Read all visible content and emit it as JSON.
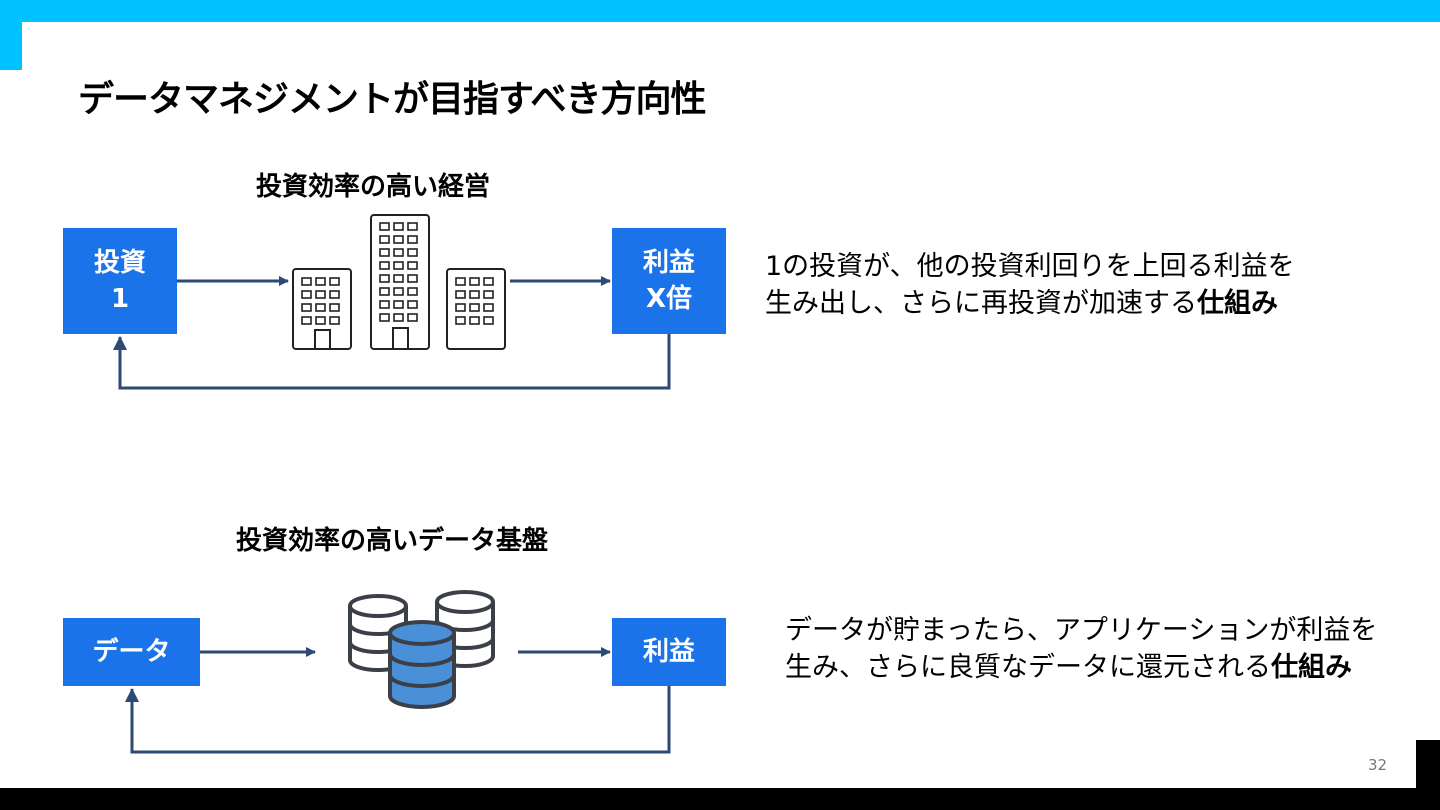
{
  "slide": {
    "title": "データマネジメントが目指すべき方向性",
    "page_number": "32"
  },
  "top_section": {
    "heading": "投資効率の高い経営",
    "left_box": {
      "line1": "投資",
      "line2": "1"
    },
    "right_box": {
      "line1": "利益",
      "line2": "X倍"
    },
    "description": {
      "line1": "1の投資が、他の投資利回りを上回る利益を",
      "line2_prefix": "生み出し、さらに再投資が加速する",
      "line2_bold": "仕組み"
    }
  },
  "bottom_section": {
    "heading": "投資効率の高いデータ基盤",
    "left_box": {
      "label": "データ"
    },
    "right_box": {
      "label": "利益"
    },
    "description": {
      "line1": "データが貯まったら、アプリケーションが利益を",
      "line2_prefix": "生み、さらに良質なデータに還元される",
      "line2_bold": "仕組み"
    }
  },
  "colors": {
    "accent_cyan": "#00c2ff",
    "box_blue": "#1a73e8",
    "arrow_navy": "#2c4a75",
    "db_highlight": "#4a90d9"
  },
  "icons": [
    "building-icon",
    "database-icon"
  ]
}
